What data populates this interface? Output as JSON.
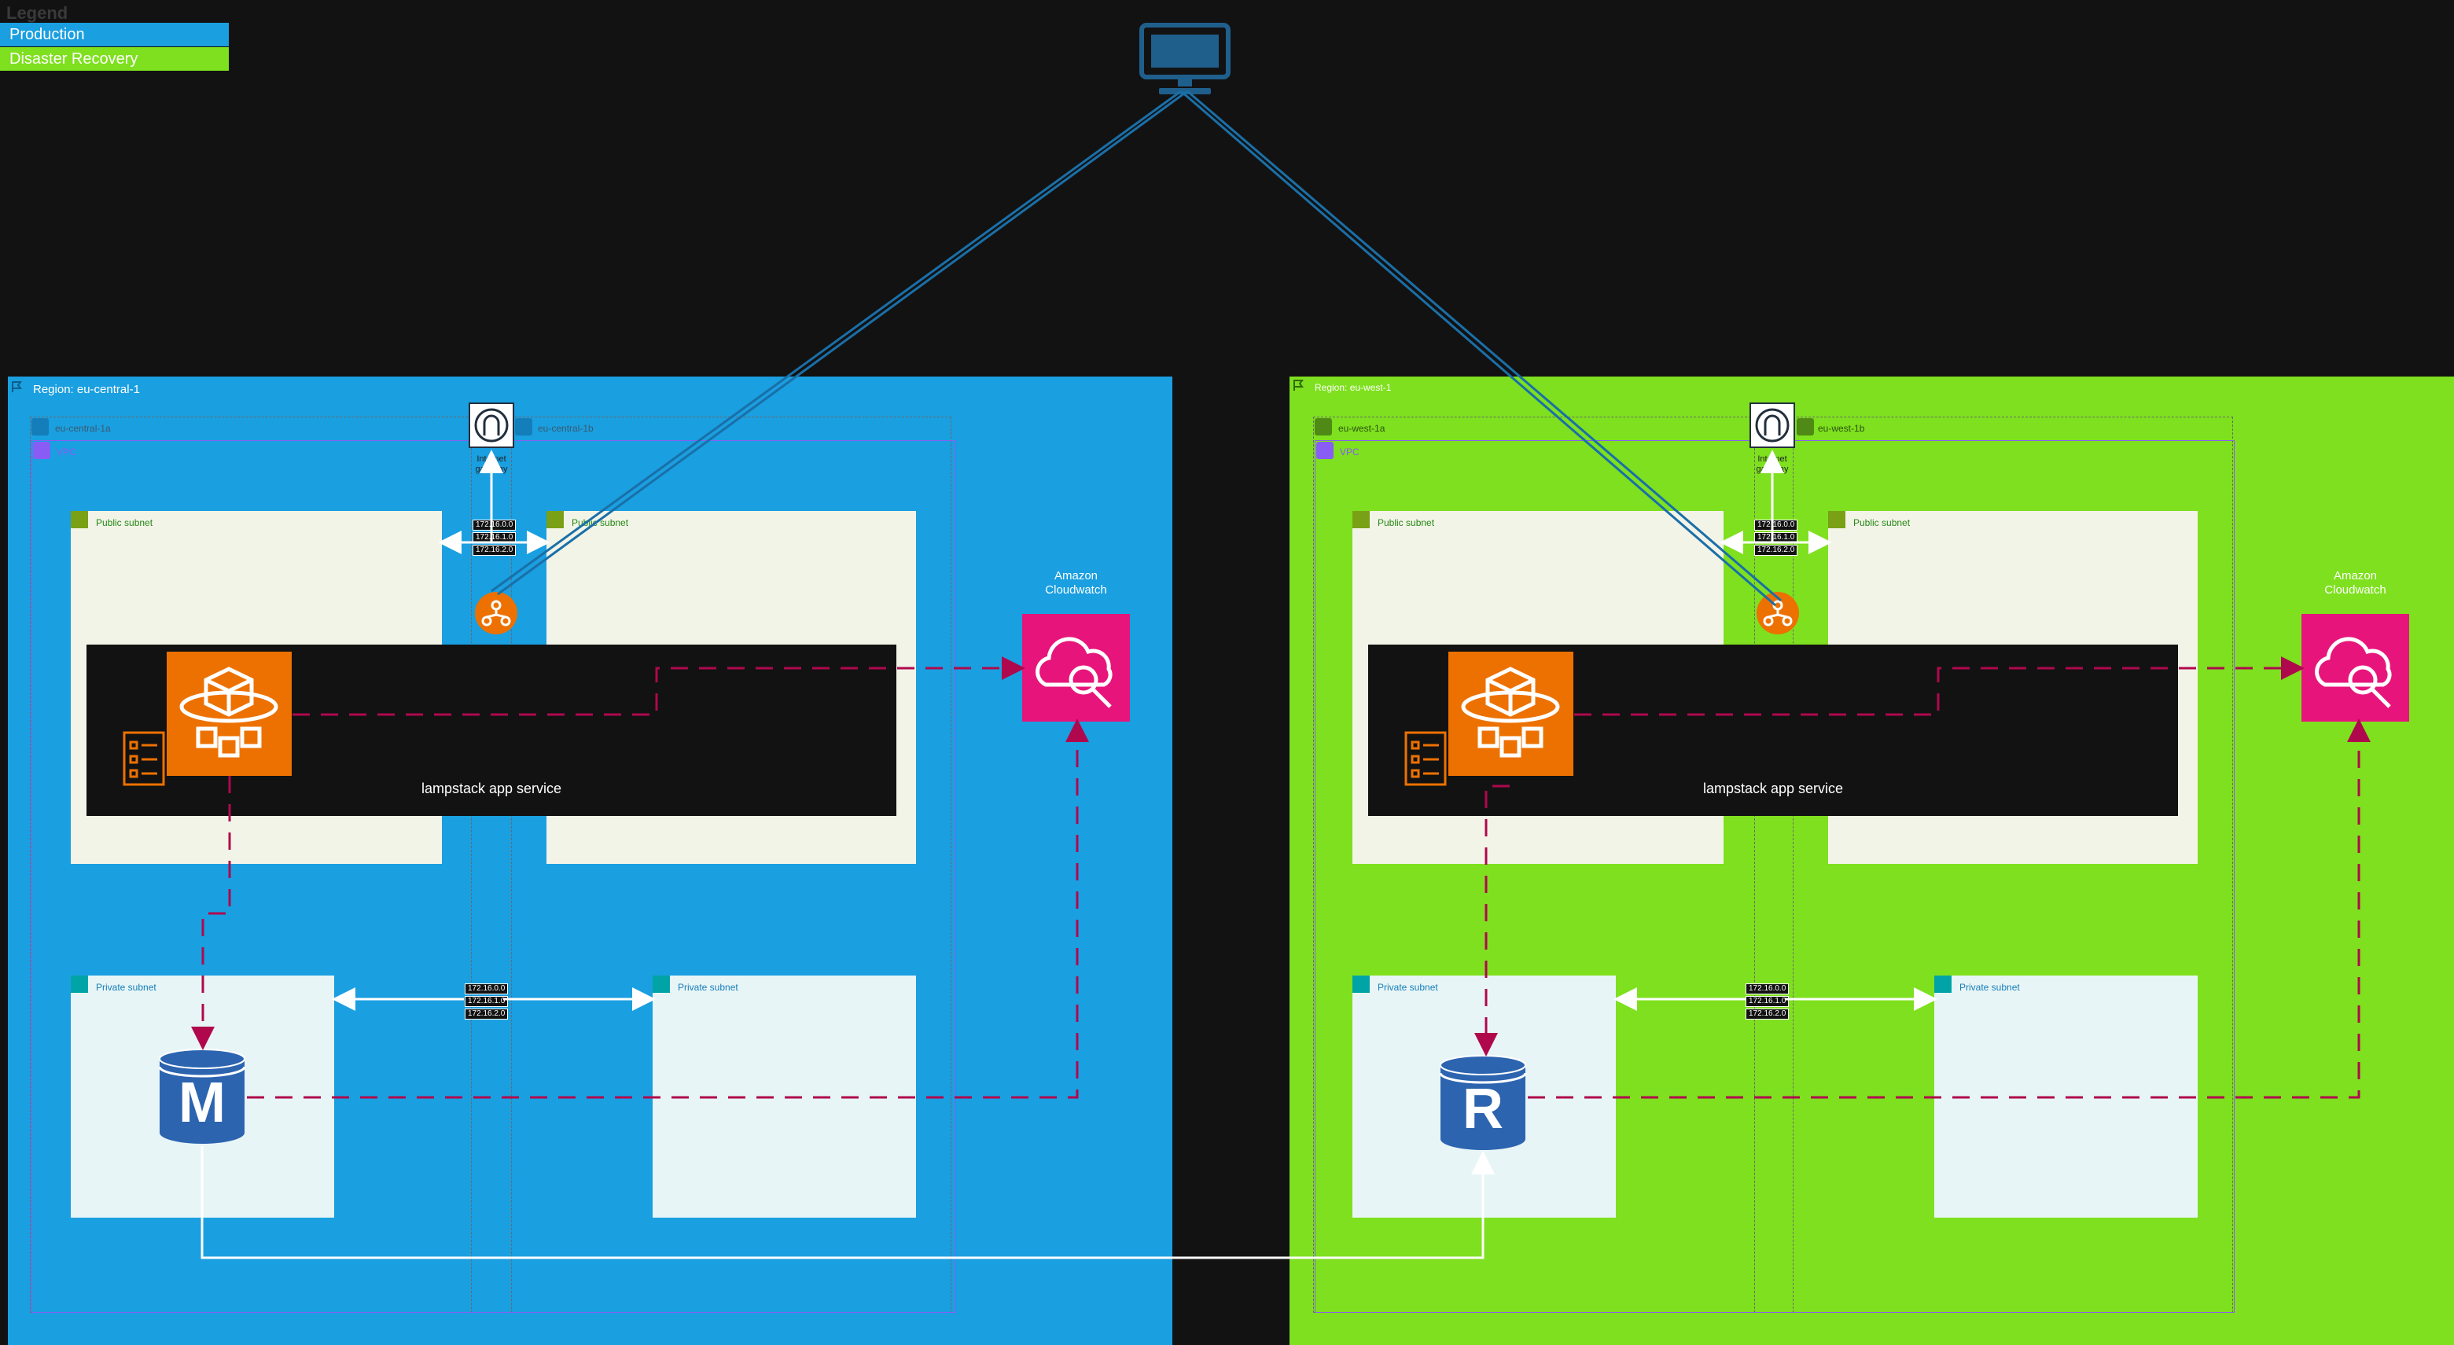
{
  "legend": {
    "title": "Legend",
    "items": [
      {
        "label": "Production",
        "color": "#1a9fe0"
      },
      {
        "label": "Disaster Recovery",
        "color": "#7ee01e"
      }
    ]
  },
  "regions": [
    {
      "title": "Region: eu-central-1",
      "color": "#1a9fe0",
      "az_a": "eu-central-1a",
      "az_b": "eu-central-1b",
      "vpc": "VPC",
      "public_subnet": "Public subnet",
      "private_subnet": "Private subnet",
      "igw_label": "Internet gateway",
      "service_label": "lampstack app service",
      "cloudwatch_label": "Amazon Cloudwatch",
      "db_letter": "M",
      "public_cidrs": [
        "172.16.0.0",
        "172.16.1.0",
        "172.16.2.0"
      ],
      "private_cidrs": [
        "172.16.0.0",
        "172.16.1.0",
        "172.16.2.0"
      ]
    },
    {
      "title": "Region: eu-west-1",
      "color": "#7ee01e",
      "az_a": "eu-west-1a",
      "az_b": "eu-west-1b",
      "vpc": "VPC",
      "public_subnet": "Public subnet",
      "private_subnet": "Private subnet",
      "igw_label": "Internet gateway",
      "service_label": "lampstack app service",
      "cloudwatch_label": "Amazon Cloudwatch",
      "db_letter": "R",
      "public_cidrs": [
        "172.16.0.0",
        "172.16.1.0",
        "172.16.2.0"
      ],
      "private_cidrs": [
        "172.16.0.0",
        "172.16.1.0",
        "172.16.2.0"
      ]
    }
  ],
  "icons": {
    "client": "monitor-icon",
    "igw": "internet-gateway-icon",
    "elb": "load-balancer-icon",
    "fargate": "fargate-icon",
    "task": "task-definition-icon",
    "cloudwatch": "cloudwatch-icon",
    "rds": "database-icon"
  },
  "colors": {
    "dashed_arrow": "#b0084d",
    "solid_arrow": "#ffffff",
    "client_link": "#1a6fa8"
  }
}
